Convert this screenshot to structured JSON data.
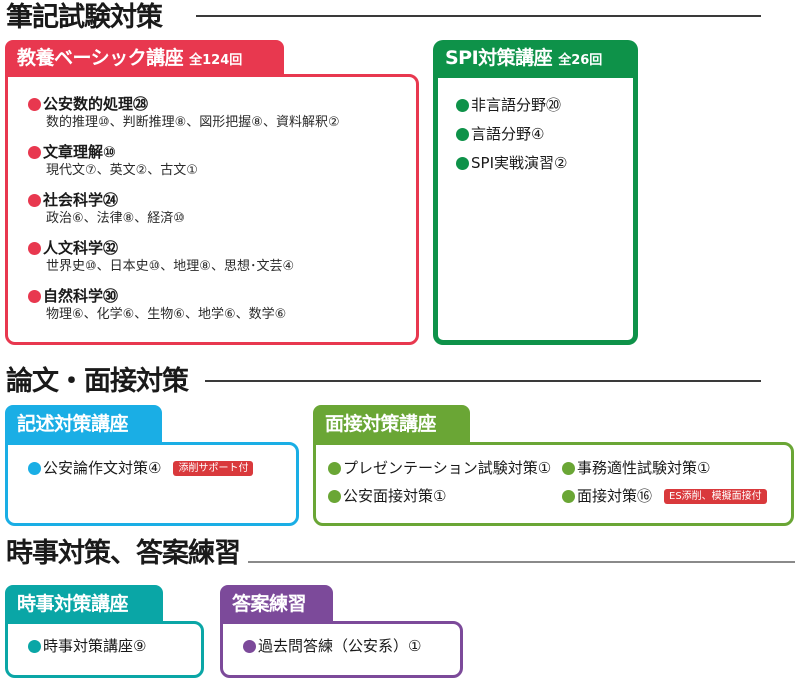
{
  "colors": {
    "red": "#e8384f",
    "green": "#0e9249",
    "blue": "#1aaee5",
    "olive": "#6aa635",
    "teal": "#0aa6a6",
    "purple": "#7c4a9a",
    "badge": "#d9393c"
  },
  "sections": [
    {
      "heading": "筆記試験対策",
      "cards": [
        {
          "title": "教養ベーシック講座",
          "subtitle": "全124回",
          "items": [
            {
              "label": "公安数的処理㉘",
              "detail": "数的推理⑩、判断推理⑧、図形把握⑧、資料解釈②"
            },
            {
              "label": "文章理解⑩",
              "detail": "現代文⑦、英文②、古文①"
            },
            {
              "label": "社会科学㉔",
              "detail": "政治⑥、法律⑧、経済⑩"
            },
            {
              "label": "人文科学㉜",
              "detail": "世界史⑩、日本史⑩、地理⑧、思想･文芸④"
            },
            {
              "label": "自然科学㉚",
              "detail": "物理⑥、化学⑥、生物⑥、地学⑥、数学⑥"
            }
          ]
        },
        {
          "title": "SPI対策講座",
          "subtitle": "全26回",
          "items": [
            {
              "label": "非言語分野⑳"
            },
            {
              "label": "言語分野④"
            },
            {
              "label": "SPI実戦演習②"
            }
          ]
        }
      ]
    },
    {
      "heading": "論文・面接対策",
      "cards": [
        {
          "title": "記述対策講座",
          "items": [
            {
              "label": "公安論作文対策④",
              "badge": "添削サポート付"
            }
          ]
        },
        {
          "title": "面接対策講座",
          "items": [
            {
              "label": "プレゼンテーション試験対策①"
            },
            {
              "label": "事務適性試験対策①"
            },
            {
              "label": "公安面接対策①"
            },
            {
              "label": "面接対策⑯",
              "badge": "ES添削、模擬面接付"
            }
          ]
        }
      ]
    },
    {
      "heading": "時事対策、答案練習",
      "cards": [
        {
          "title": "時事対策講座",
          "items": [
            {
              "label": "時事対策講座⑨"
            }
          ]
        },
        {
          "title": "答案練習",
          "items": [
            {
              "label": "過去問答練（公安系）①"
            }
          ]
        }
      ]
    }
  ]
}
